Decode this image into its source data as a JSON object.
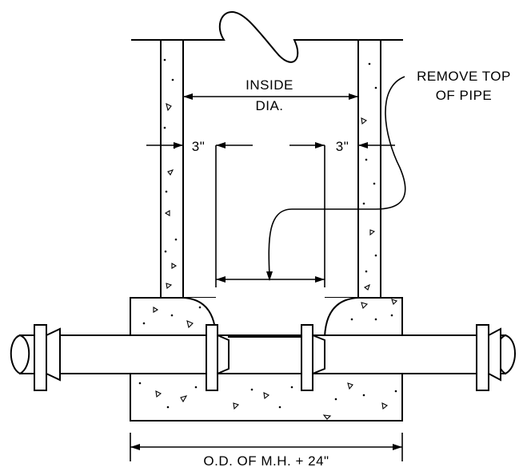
{
  "labels": {
    "inside_dia_line1": "INSIDE",
    "inside_dia_line2": "DIA.",
    "remove_top_line1": "REMOVE TOP",
    "remove_top_line2": "OF PIPE",
    "left_offset": "3\"",
    "right_offset": "3\"",
    "base_width": "O.D. OF M.H. + 24\""
  }
}
